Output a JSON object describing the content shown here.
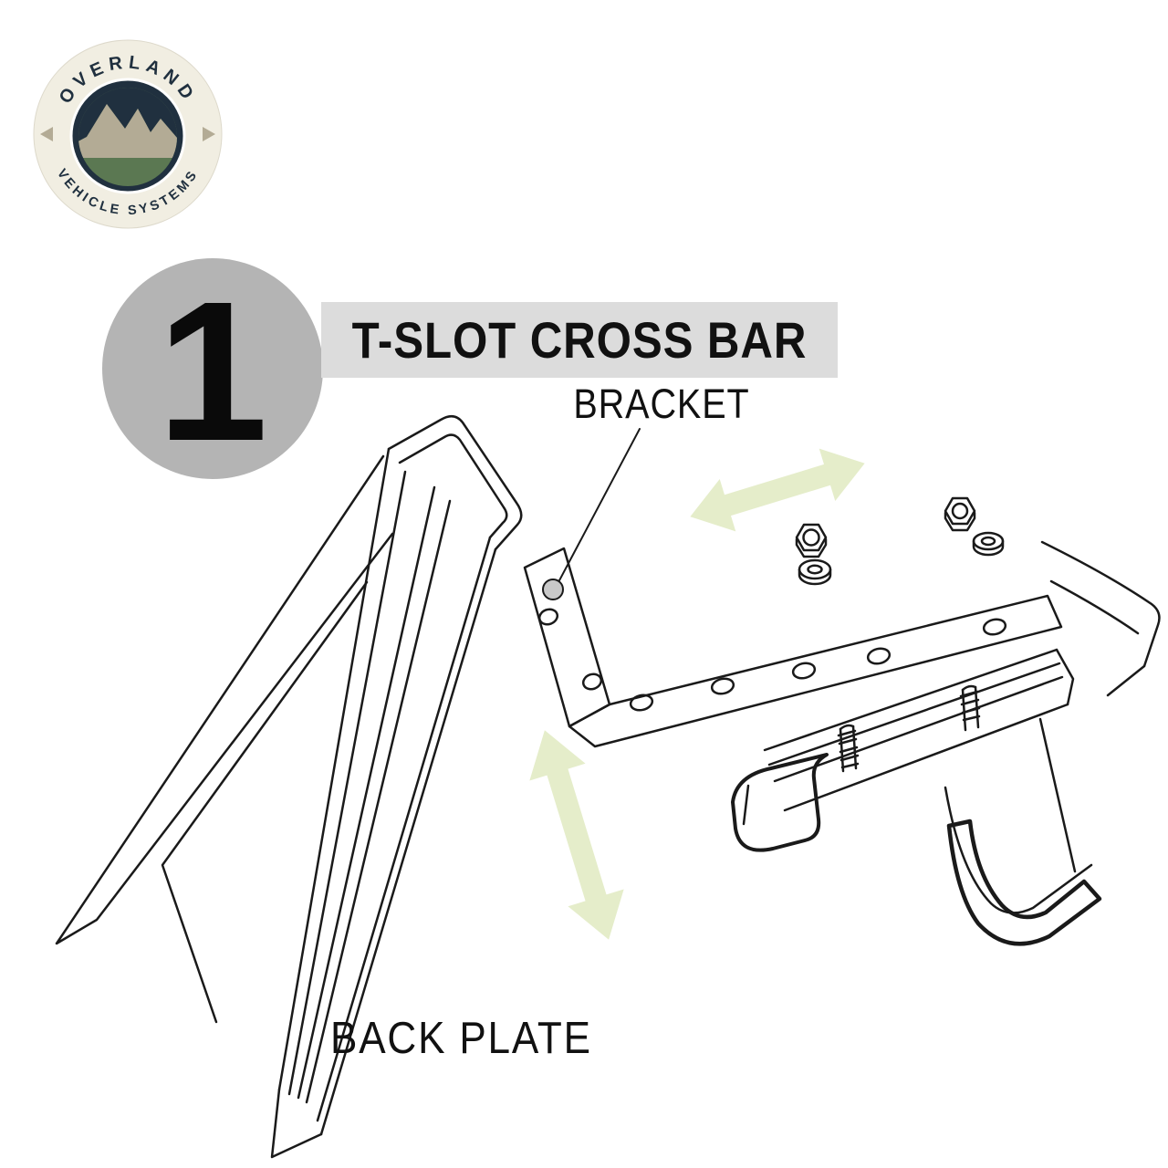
{
  "logo": {
    "arc_top": "OVERLAND",
    "arc_bottom": "VEHICLE SYSTEMS"
  },
  "step": {
    "number": "1"
  },
  "labels": {
    "title": "T-SLOT CROSS BAR",
    "bracket": "BRACKET",
    "back_plate": "BACK PLATE"
  },
  "colors": {
    "line": "#1a1a1a",
    "title_bg": "#dcdcdc",
    "step_circle": "#b4b4b4",
    "arrow": "#e5edca",
    "logo_cream": "#f1eee2",
    "logo_navy": "#20303f",
    "logo_green": "#5b7852",
    "logo_tan": "#b3ab95",
    "marker_dot": "#c9c9c9"
  }
}
